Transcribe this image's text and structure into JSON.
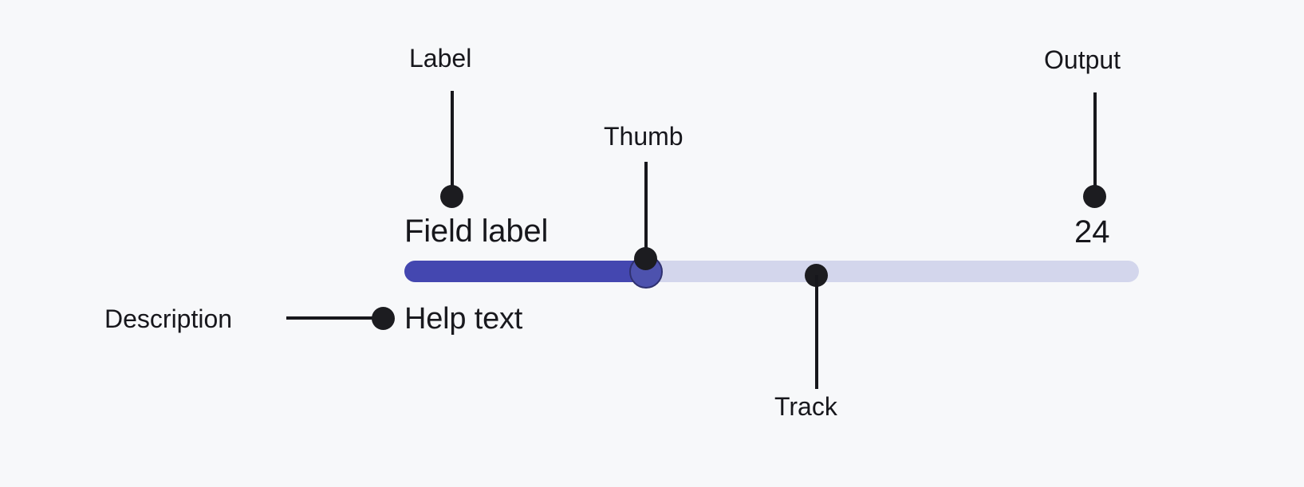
{
  "page": {
    "background_color": "#f7f8fa",
    "title": "Slider anatomy diagram"
  },
  "slider": {
    "field_label": "Field label",
    "help_text": "Help text",
    "output_value": "24",
    "fill_color": "#4447b0",
    "track_color": "#d3d6ec",
    "thumb_fill_color": "#4d52ae",
    "thumb_border_color": "#2f3170",
    "text_color": "#17171c"
  },
  "callouts": {
    "label": "Label",
    "thumb": "Thumb",
    "output": "Output",
    "track": "Track",
    "description": "Description",
    "marker_color": "#1c1c20"
  }
}
